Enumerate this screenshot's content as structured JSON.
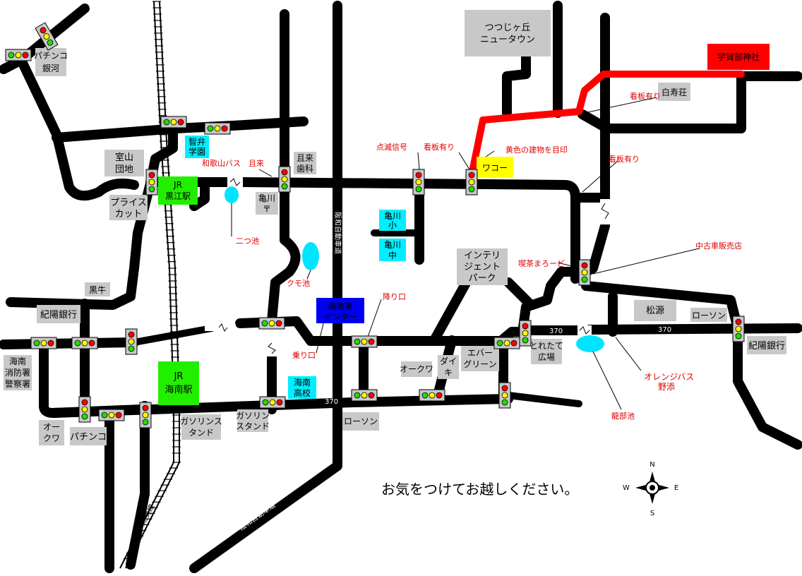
{
  "labels": {
    "pachinko_ginga": [
      "パチンコ",
      "銀河"
    ],
    "tsutsujigaoka": [
      "つつじヶ丘",
      "ニュータウン"
    ],
    "ugabe_jinja": "宇賀部神社",
    "hakujuso": "白寿荘",
    "kanban1": "看板有り",
    "kanban2": "看板有り",
    "kanban3": "看板有り",
    "tenmetsu": "点滅信号",
    "yellow_building": "黄色の建物を目印",
    "waco": "ワコー",
    "chiben": [
      "智弁",
      "学園"
    ],
    "muroyama": [
      "室山",
      "団地"
    ],
    "wakayama_bus": "和歌山バス　且来",
    "arakuru_shika": [
      "且来",
      "歯科"
    ],
    "jr_kuroe": [
      "JR",
      "黒江駅"
    ],
    "price_cut": [
      "プライス",
      "カット"
    ],
    "kamegawa_post": [
      "亀川",
      "〒"
    ],
    "futatsuike": "二つ池",
    "hanwa_exp_v": "阪和自動車道",
    "kamegawa_sho": [
      "亀川",
      "小"
    ],
    "kamegawa_chu": [
      "亀川",
      "中"
    ],
    "intelligent": [
      "インテリ",
      "ジェント",
      "パーク"
    ],
    "kissa": "喫茶まろーど",
    "chuko": "中古車販売店",
    "kumoike": "クモ池",
    "kainan_higashi_ic": [
      "海南東",
      "インター"
    ],
    "oriro": "降り口",
    "noriro": "乗り口",
    "kuroushi": "黒牛",
    "kiyo_bank_left": "紀陽銀行",
    "matsugen": "松源",
    "lawson_right": "ローソン",
    "kiyo_bank_right": "紀陽銀行",
    "toretate": [
      "とれたて",
      "広場"
    ],
    "ever_green": [
      "エバー",
      "グリーン"
    ],
    "okuwa_mid": "オークワ",
    "daiki": [
      "ダイ",
      "キ"
    ],
    "kainan_station": [
      "JR",
      "海南駅"
    ],
    "kainan_fire": [
      "海南",
      "消防署",
      "警察署"
    ],
    "kainan_high": [
      "海南",
      "高校"
    ],
    "gas_left": [
      "ガソリンス",
      "タンド"
    ],
    "gas_mid": [
      "ガソリン",
      "スタンド"
    ],
    "lawson_mid": "ローソン",
    "okuwa_left": [
      "オー",
      "クワ"
    ],
    "pachinko_left": "パチンコ",
    "orange_bus": [
      "オレンジバス",
      "野添"
    ],
    "ryubuike": "龍部池",
    "route370_a": "370",
    "route370_b": "370",
    "route370_c": "370",
    "hanwa_exp_diag": "阪和自動車道",
    "jr_kisei": "JR紀勢線",
    "message": "お気をつけてお越しください。",
    "compass": {
      "n": "N",
      "s": "S",
      "e": "E",
      "w": "W"
    }
  },
  "colors": {
    "route": "#ff0000",
    "shrine": "#ff0000",
    "station": "#22ee00",
    "school": "#00eeff",
    "interchange": "#0000ee",
    "waco": "#ffff00",
    "pond": "#00e5ff",
    "gray_box": "#c8c8c8"
  }
}
